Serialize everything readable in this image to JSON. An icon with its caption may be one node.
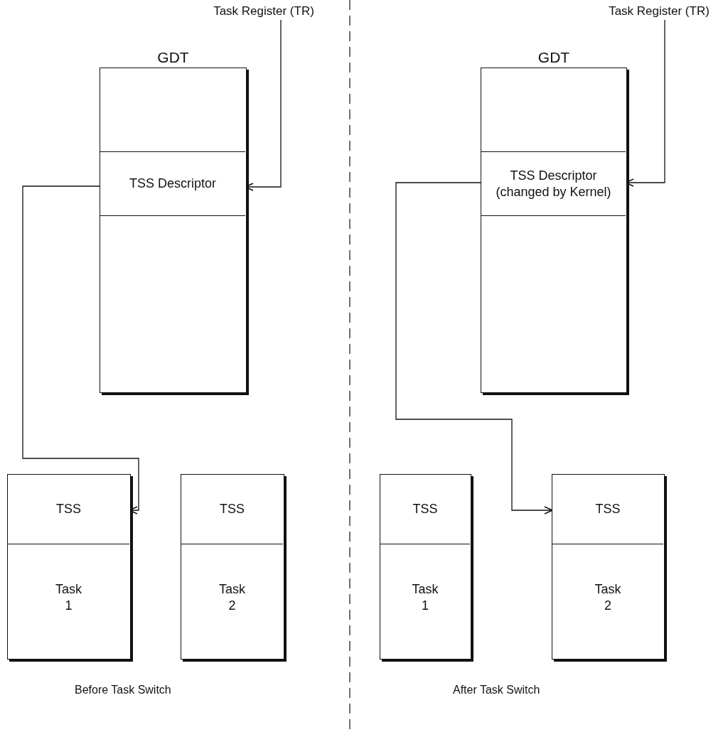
{
  "diagram": {
    "nodes": [
      {
        "text": [
          "Task Register (TR)"
        ]
      },
      {
        "text": [
          "GDT"
        ]
      },
      {
        "text": [
          "TSS Descriptor"
        ],
        "in": 1
      },
      {
        "text": [],
        "shape": "box"
      },
      {
        "text": [
          "TSS"
        ],
        "in": 3
      },
      {
        "text": [
          "Task 1"
        ],
        "in": 3
      },
      {
        "text": [],
        "shape": "box"
      },
      {
        "text": [
          "TSS"
        ],
        "in": 6
      },
      {
        "text": [
          "Task 2"
        ],
        "in": 6
      },
      {
        "text": [
          "Task Register (TR)"
        ]
      },
      {
        "text": [
          "GDT"
        ]
      },
      {
        "text": [
          "TSS Descriptor (changed by Kernel)"
        ],
        "in": 10
      },
      {
        "text": [],
        "shape": "box"
      },
      {
        "text": [
          "TSS"
        ],
        "in": 12
      },
      {
        "text": [
          "Task 1"
        ],
        "in": 12
      },
      {
        "text": [],
        "shape": "box"
      },
      {
        "text": [
          "TSS"
        ],
        "in": 15
      },
      {
        "text": [
          "Task 2"
        ],
        "in": 15
      }
    ],
    "edges": [
      {
        "from": 0,
        "to": 2,
        "arrow": "to"
      },
      {
        "from": 2,
        "to": 4,
        "arrow": "to"
      },
      {
        "from": 9,
        "to": 11,
        "arrow": "to"
      },
      {
        "from": 11,
        "to": 16,
        "arrow": "to"
      }
    ],
    "labels": [
      "Before Task Switch",
      "After Task Switch"
    ]
  }
}
